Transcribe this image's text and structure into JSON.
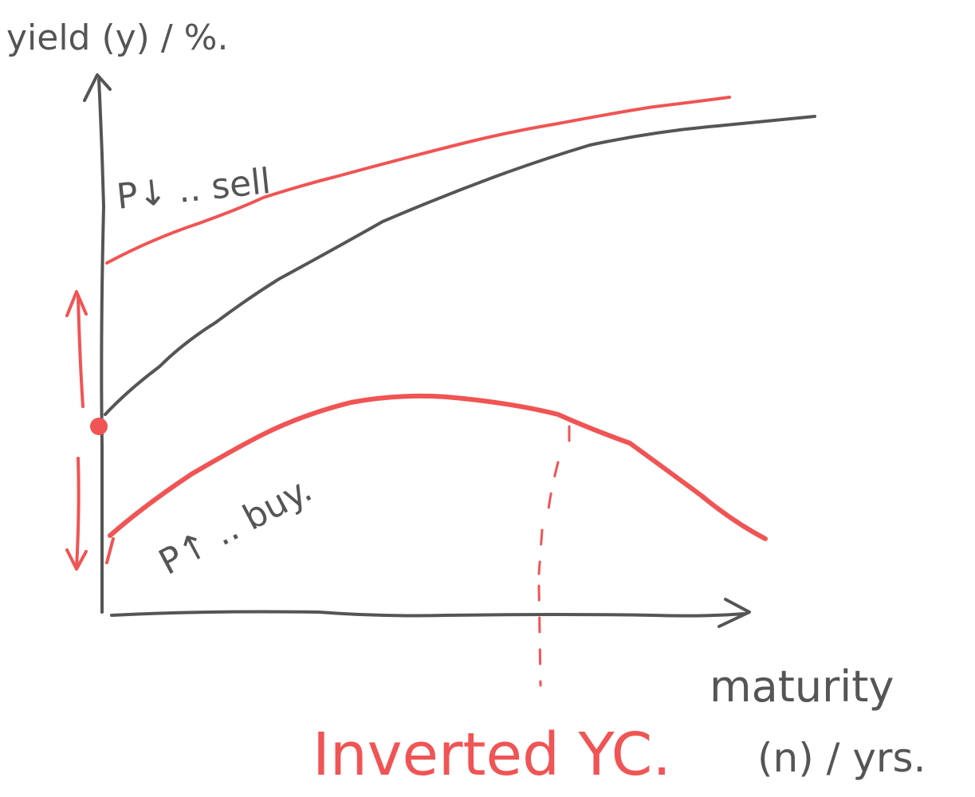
{
  "diagram": {
    "y_axis_label": "yield (y) / %.",
    "x_axis_label_line1": "maturity",
    "x_axis_label_line2": "(n) / yrs.",
    "upper_curve_note": "P↓ .. sell",
    "lower_curve_note_1": "P↑ .. buy.",
    "caption": "Inverted YC.",
    "colors": {
      "ink": "#555555",
      "red": "#f05454"
    }
  }
}
